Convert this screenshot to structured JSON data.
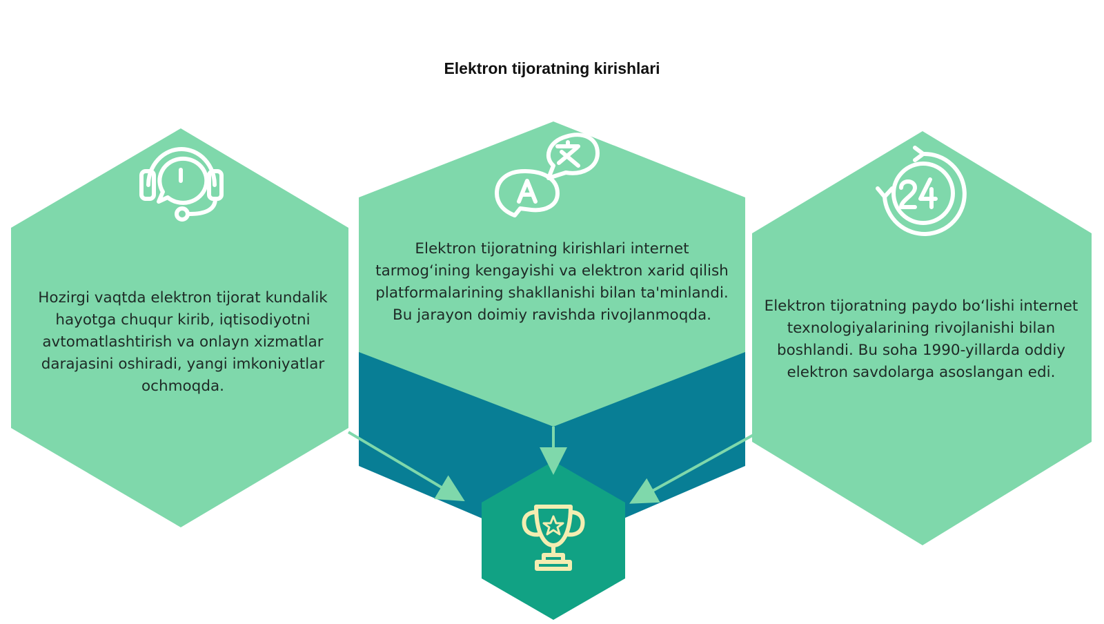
{
  "title": "Elektron tijoratning kirishlari",
  "colors": {
    "hex_light": "#7fd8ab",
    "teal_band": "#087e95",
    "hex_dark": "#11a284",
    "arrow": "#7fd8ab",
    "icon_light": "#ffffff",
    "icon_trophy": "#f4edb1"
  },
  "panels": {
    "left": {
      "icon": "support-headset-icon",
      "text": "Hozirgi vaqtda elektron tijorat kundalik hayotga chuqur kirib, iqtisodiyotni avtomatlashtirish va onlayn xizmatlar darajasini oshiradi, yangi imkoniyatlar ochmoqda."
    },
    "center": {
      "icon": "translate-speech-icon",
      "text": "Elektron tijoratning kirishlari internet tarmog‘ining kengayishi va elektron xarid qilish platformalarining shakllanishi bilan ta'minlandi. Bu jarayon doimiy ravishda rivojlanmoqda."
    },
    "right": {
      "icon": "clock-24-icon",
      "text": "Elektron tijoratning paydo bo‘lishi internet texnologiyalarining rivojlanishi bilan boshlandi. Bu soha 1990-yillarda oddiy elektron savdolarga asoslangan edi."
    },
    "bottom": {
      "icon": "trophy-icon"
    }
  }
}
